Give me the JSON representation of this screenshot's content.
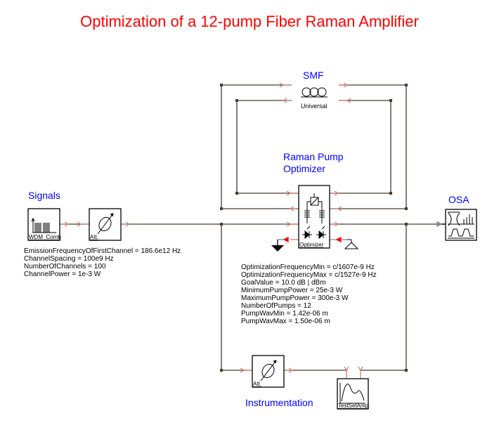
{
  "title": "Optimization of a 12-pump Fiber Raman Amplifier",
  "colors": {
    "title": "#ff0000",
    "label": "#0000ff",
    "wire": "#4a3a2e",
    "port": "#d08070",
    "port_active": "#ff0000"
  },
  "groups": {
    "signals": "Signals",
    "smf": "SMF",
    "raman_optimizer_line1": "Raman Pump",
    "raman_optimizer_line2": "Optimizer",
    "osa": "OSA",
    "instrumentation": "Instrumentation"
  },
  "components": {
    "wdm_comb": {
      "caption": "WDM_Comb",
      "icon": "wdm-comb-icon"
    },
    "att_signal": {
      "caption": "Att.",
      "icon": "attenuator-icon"
    },
    "smf": {
      "caption": "Universal",
      "icon": "fiber-coil-icon"
    },
    "optimizer": {
      "caption": "Optimizer",
      "icon": "raman-pump-optimizer-icon"
    },
    "osa": {
      "icon": "optical-spectrum-analyzer-icon"
    },
    "att_instr": {
      "caption": "Att.",
      "icon": "attenuator-icon"
    },
    "test_set_amp": {
      "caption": "TestSetAmp",
      "icon": "test-set-amp-icon"
    },
    "ground": {
      "icon": "ground-icon"
    },
    "terminator": {
      "icon": "terminator-icon"
    }
  },
  "signal_params": [
    "EmissionFrequencyOfFirstChannel = 186.6e12 Hz",
    "ChannelSpacing = 100e9 Hz",
    "NumberOfChannels = 100",
    "ChannelPower = 1e-3 W"
  ],
  "optimizer_params": [
    "OptimizationFrequencyMin = c/1607e-9 Hz",
    "OptimizationFrequencyMax = c/1527e-9 Hz",
    "GoalValue = 10.0 dB | dBm",
    "MinimumPumpPower = 25e-3 W",
    "MaximumPumpPower = 300e-3 W",
    "NumberOfPumps = 12",
    "PumpWavMin = 1.42e-06 m",
    "PumpWavMax = 1.50e-06 m"
  ]
}
